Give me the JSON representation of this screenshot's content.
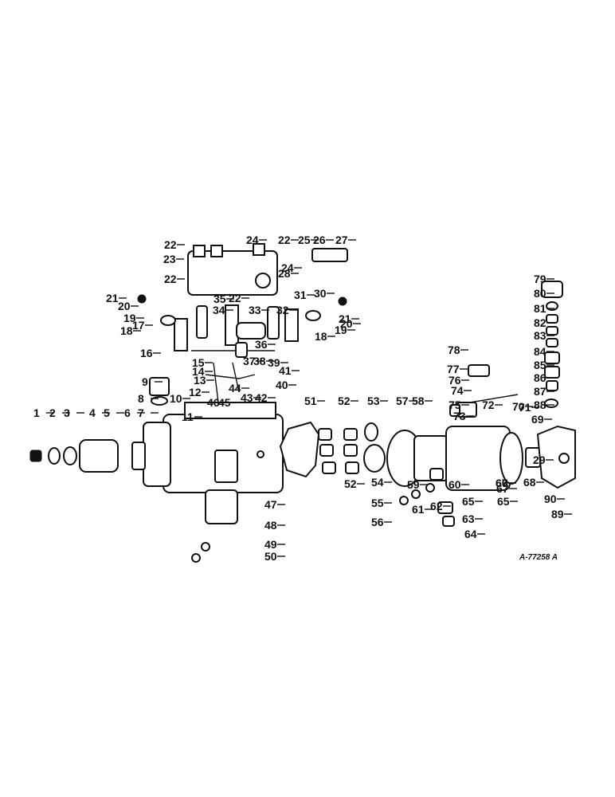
{
  "diagram": {
    "reference": "A-77258 A",
    "labels": [
      "1",
      "2",
      "3",
      "4",
      "5",
      "6",
      "7",
      "8",
      "9",
      "10",
      "11",
      "12",
      "13",
      "14",
      "15",
      "16",
      "17",
      "18",
      "18",
      "19",
      "19",
      "20",
      "20",
      "21",
      "21",
      "22",
      "22",
      "22",
      "22",
      "23",
      "24",
      "24",
      "25",
      "26",
      "27",
      "28",
      "29",
      "30",
      "31",
      "32",
      "33",
      "34",
      "35",
      "36",
      "37",
      "38",
      "39",
      "40",
      "41",
      "42",
      "43",
      "44",
      "45",
      "46",
      "47",
      "48",
      "49",
      "50",
      "51",
      "52",
      "52",
      "53",
      "54",
      "55",
      "56",
      "57",
      "58",
      "59",
      "60",
      "61",
      "62",
      "63",
      "64",
      "65",
      "65",
      "66",
      "67",
      "67",
      "68",
      "69",
      "70",
      "71",
      "72",
      "73",
      "74",
      "75",
      "76",
      "77",
      "78",
      "79",
      "80",
      "81",
      "82",
      "83",
      "84",
      "85",
      "86",
      "87",
      "88",
      "89",
      "90"
    ]
  }
}
